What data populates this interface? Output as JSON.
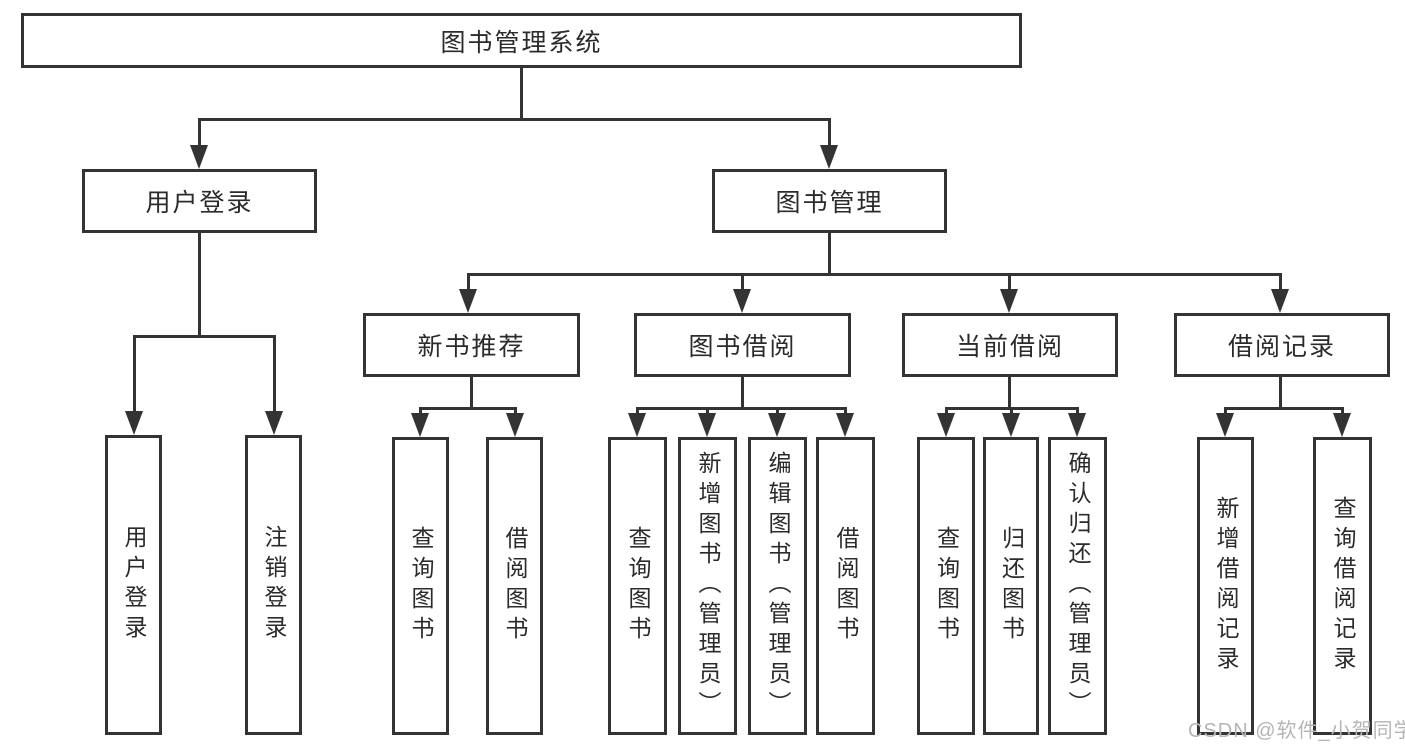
{
  "colors": {
    "line": "#333333",
    "box_fill": "#ffffff",
    "text": "#2b2b2b",
    "watermark_text": "#b5b5b5"
  },
  "nodes": {
    "root": "图书管理系统",
    "level2": [
      "用户登录",
      "图书管理"
    ],
    "level3": [
      "新书推荐",
      "图书借阅",
      "当前借阅",
      "借阅记录"
    ],
    "leaves": {
      "user_login": [
        "用户登录",
        "注销登录"
      ],
      "new_book": [
        "查询图书",
        "借阅图书"
      ],
      "book_borrow": [
        "查询图书",
        "新增图书（管理员）",
        "编辑图书（管理员）",
        "借阅图书"
      ],
      "current_borrow": [
        "查询图书",
        "归还图书",
        "确认归还（管理员）"
      ],
      "borrow_records": [
        "新增借阅记录",
        "查询借阅记录"
      ]
    }
  },
  "watermark": "CSDN @软件_小贺同学"
}
